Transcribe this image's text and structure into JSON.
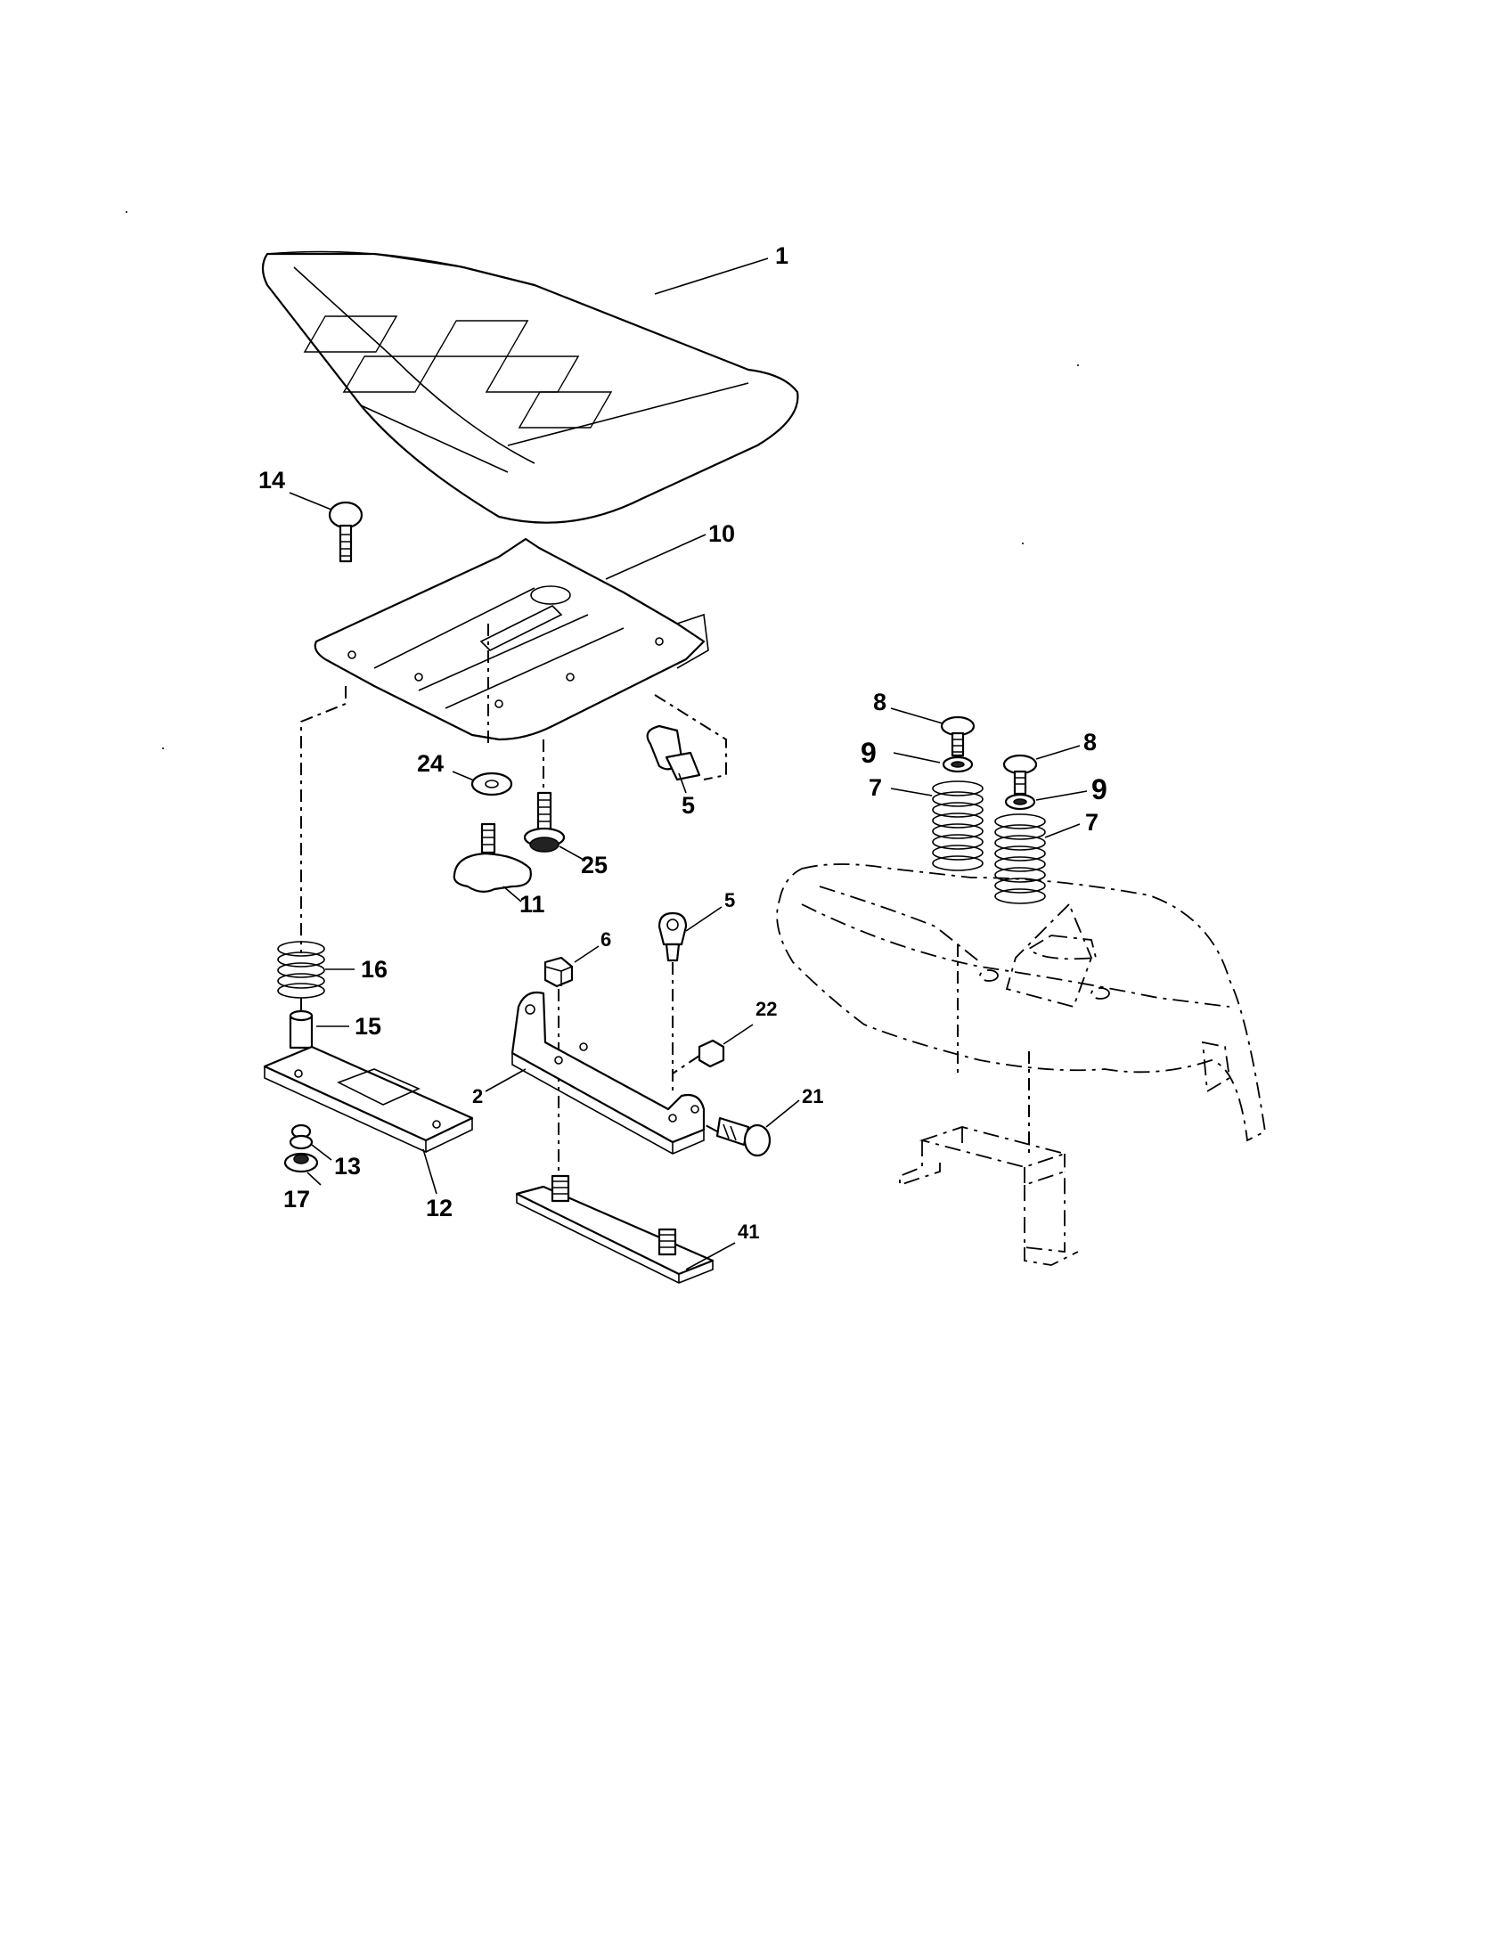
{
  "callouts": {
    "c1": "1",
    "c2": "2",
    "c5a": "5",
    "c5b": "5",
    "c6": "6",
    "c7a": "7",
    "c7b": "7",
    "c8a": "8",
    "c8b": "8",
    "c9a": "9",
    "c9b": "9",
    "c10": "10",
    "c11": "11",
    "c12": "12",
    "c13": "13",
    "c14": "14",
    "c15": "15",
    "c16": "16",
    "c17": "17",
    "c21": "21",
    "c22": "22",
    "c24": "24",
    "c25": "25",
    "c41": "41"
  }
}
